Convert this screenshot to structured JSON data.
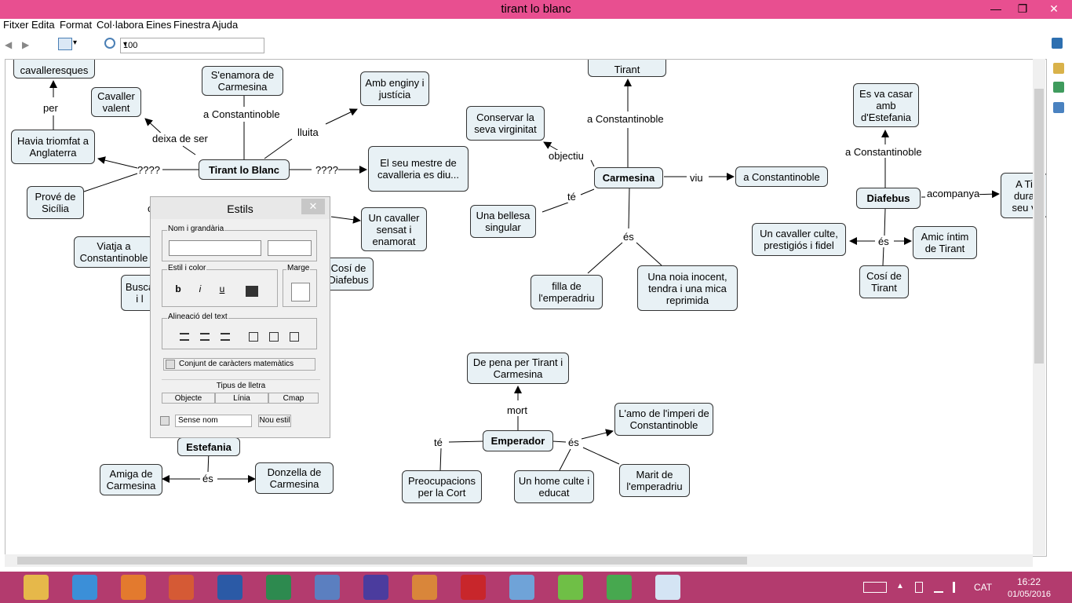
{
  "window": {
    "title": "tirant lo blanc",
    "minimize": "—",
    "maximize": "❐",
    "close": "✕"
  },
  "menu": [
    "Fitxer",
    "Edita",
    "Format",
    "Col·labora",
    "Eines",
    "Finestra",
    "Ajuda"
  ],
  "toolbar": {
    "zoom_value": "100",
    "back": "◀",
    "forward": "▶",
    "dropdown": "▾"
  },
  "nodes": {
    "cavalleresques": "cavalleresques",
    "cavaller_valent": "Cavaller valent",
    "senamora": "S'enamora de Carmesina",
    "amb_enginy": "Amb enginy i justícia",
    "havia_triomfat": "Havia triomfat a Anglaterra",
    "tirant_lo_blanc": "Tirant lo Blanc",
    "mestre": "El seu mestre de cavalleria es diu...",
    "prove_sicilia": "Prové de Sicília",
    "viatja": "Viatja a Constantinoble",
    "busca": "Busca i l",
    "cavaller_sensat": "Un cavaller sensat i enamorat",
    "cosi_diafebus": "Cosí de Diafebus",
    "estefania": "Estefania",
    "amiga_carmesina": "Amiga de Carmesina",
    "donzella": "Donzella de Carmesina",
    "tirant_top": "Tirant",
    "conservar": "Conservar la seva virginitat",
    "carmesina": "Carmesina",
    "a_constantinoble": "a Constantinoble",
    "bellesa": "Una bellesa singular",
    "filla": "filla de l'emperadriu",
    "noia_inocent": "Una noia inocent, tendra i  una mica reprimida",
    "casar": "Es va casar amb d'Estefania",
    "diafebus": "Diafebus",
    "a_ti": "A Ti dura seu v",
    "cavaller_culte": "Un cavaller culte, prestigiós i fidel",
    "amic_intim": "Amic íntim de Tirant",
    "cosi_tirant": "Cosí de Tirant",
    "de_pena": "De pena per Tirant i Carmesina",
    "emperador": "Emperador",
    "amo_imperi": "L'amo de l'imperi de Constantinoble",
    "preocupacions": "Preocupacions per la Cort",
    "home_culte": "Un home culte i educat",
    "marit": "Marit de l'emperadriu"
  },
  "links": {
    "per": "per",
    "a_const_1": "a Constantinoble",
    "deixa": "deixa de ser",
    "lluita": "lluita",
    "q1": "????",
    "q2": "????",
    "c_frag": "c",
    "a_const_2": "a Constantinoble",
    "objectiu": "objectiu",
    "viu": "viu",
    "te_1": "té",
    "es_1": "és",
    "a_const_3": "a Constantinoble",
    "acompanya": "acompanya",
    "es_2": "és",
    "es_3": "és",
    "mort": "mort",
    "te_2": "té",
    "es_4": "és"
  },
  "styles_dialog": {
    "title": "Estils",
    "close": "✕",
    "font_group": "Nom i grandària",
    "style_group": "Estil i color",
    "bold": "b",
    "italic": "i",
    "underline": "u",
    "margin_group": "Marge",
    "align_group": "Alineació del text",
    "math_chars": "Conjunt de caràcters matemàtics",
    "font_tab": "Tipus de lletra",
    "tabs": [
      "Objecte",
      "Línia",
      "Cmap"
    ],
    "style_name_placeholder": "Sense nom",
    "new_style": "Nou estil"
  },
  "tray": {
    "language": "CAT",
    "time": "16:22",
    "date": "01/05/2016"
  },
  "colors": {
    "titlebar": "#e84f90",
    "taskbar": "#b33b6e",
    "node_fill": "#e8f1f5"
  }
}
